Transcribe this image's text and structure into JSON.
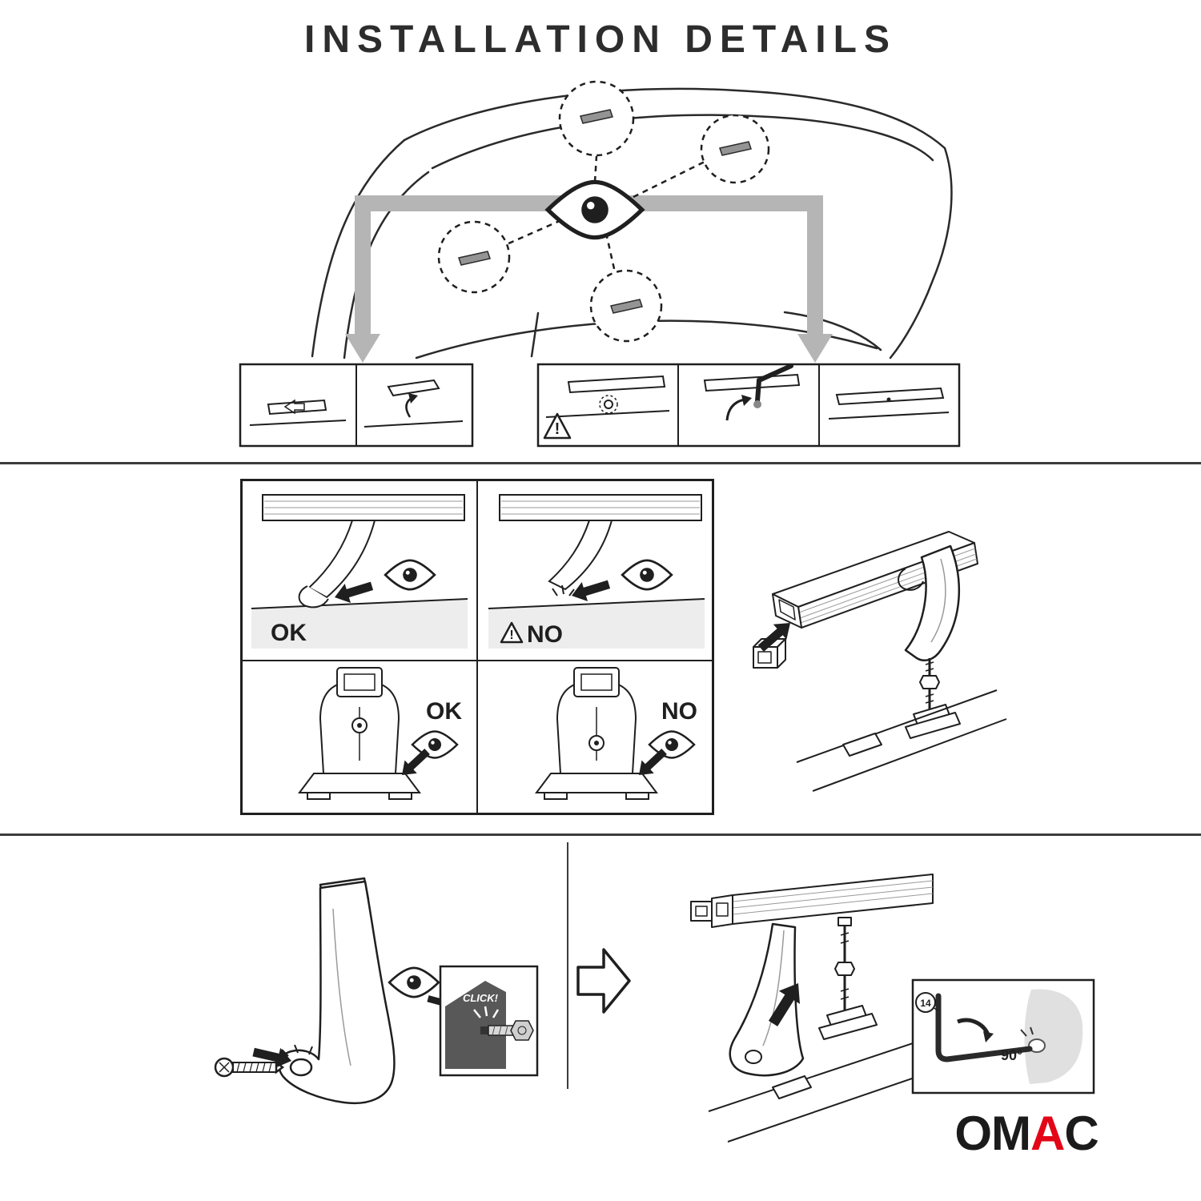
{
  "title": "INSTALLATION DETAILS",
  "labels": {
    "ok_top": "OK",
    "no_top": "NO",
    "ok_bottom": "OK",
    "no_bottom": "NO",
    "click": "CLICK!",
    "key_number": "14",
    "angle": "90°",
    "warning_mark": "!"
  },
  "brand": {
    "om": "OM",
    "a": "A",
    "c": "C"
  },
  "colors": {
    "ink": "#1f1f1f",
    "arrow_gray": "#b5b5b5",
    "roof_gray": "#ededed",
    "panel_dark": "#585858",
    "brand_red": "#e30617"
  }
}
